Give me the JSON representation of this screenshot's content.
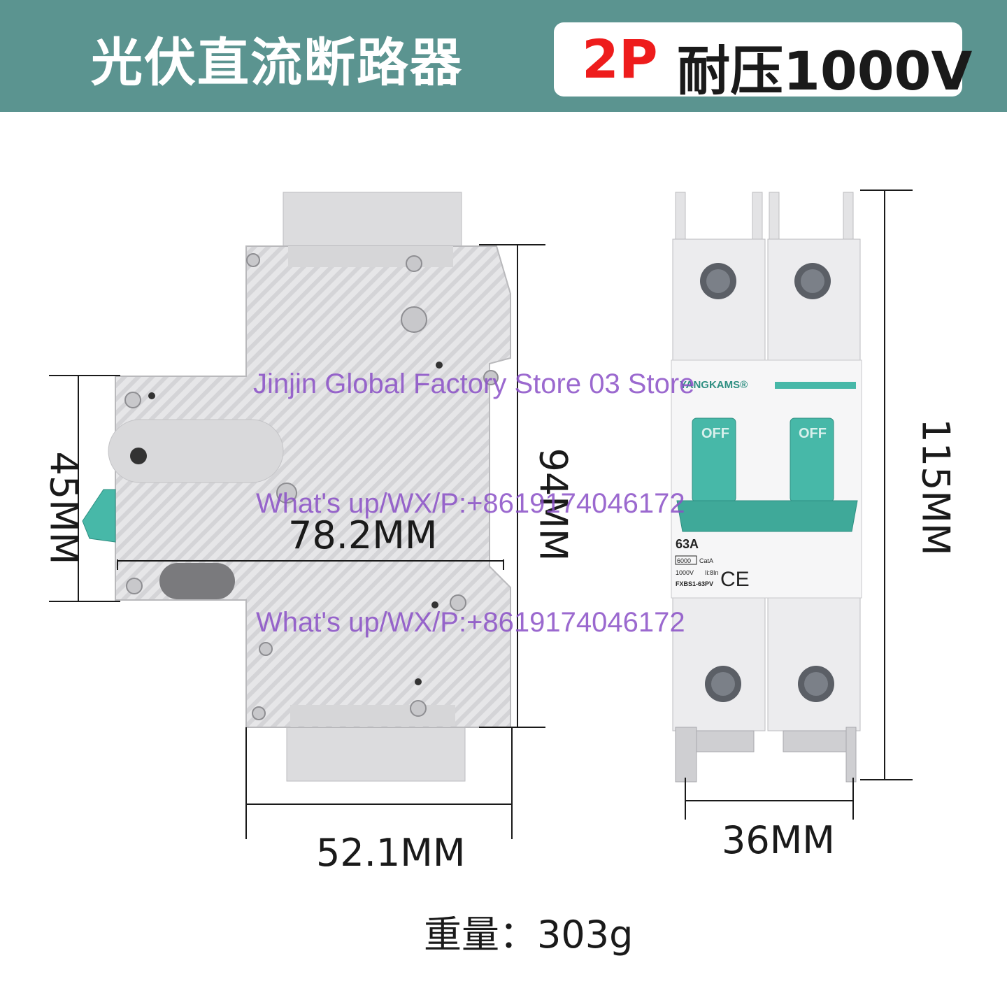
{
  "header": {
    "title": "光伏直流断路器",
    "poles": "2P",
    "voltage_rating": "耐压1000V",
    "accent_color": "#ee1c1c",
    "bar_color": "#5b9490"
  },
  "dimensions": {
    "height_small": "45MM",
    "length": "78.2MM",
    "depth_total": "94MM",
    "mount_width": "52.1MM",
    "front_height": "115MM",
    "front_width": "36MM"
  },
  "weight": "重量：303g",
  "product_front": {
    "brand": "YANGKAMS®",
    "handle_label_left": "OFF",
    "handle_label_right": "OFF",
    "current": "63A",
    "rating_box": "6000",
    "category": "CatA",
    "dc_voltage": "1000V",
    "trip": "Ii:8In",
    "model": "FXBS1-63PV",
    "mark": "CE",
    "handle_color": "#47b8a8"
  },
  "watermarks": {
    "store": "Jinjin Global Factory Store 03 Store",
    "contact_1": "What's up/WX/P:+8619174046172",
    "contact_2": "What's up/WX/P:+8619174046172"
  }
}
